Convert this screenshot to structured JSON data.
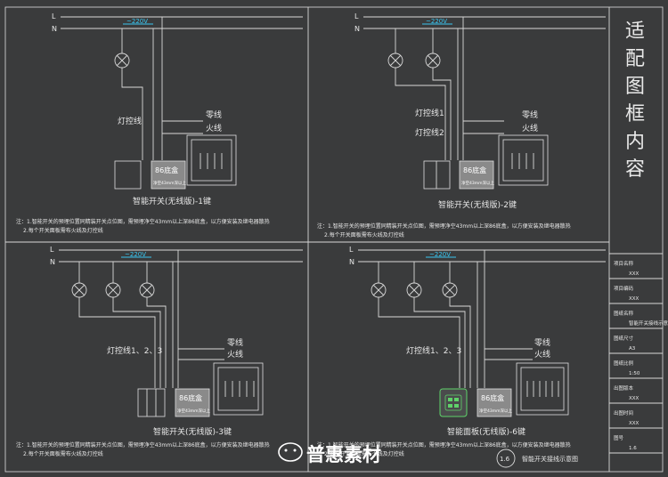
{
  "lines": {
    "L": "L",
    "N": "N",
    "voltage": "~220V"
  },
  "labels": {
    "neutral": "零线",
    "live": "火线",
    "box86": "86底盒",
    "box_note": "净空43mm深以上",
    "lamp_ctrl": "灯控线",
    "lamp_ctrl1": "灯控线1",
    "lamp_ctrl2": "灯控线2",
    "lamp_ctrl123": "灯控线1、2、3"
  },
  "panels": [
    {
      "title": "智能开关(无线版)-1键",
      "note1": "注：1.智能开关的预埋位置同精装开关点位图，需预埋净空43mm以上深86底盒，以方便安装及继电器散热",
      "note2": "2.每个开关面板需布火线及灯控线"
    },
    {
      "title": "智能开关(无线版)-2键",
      "note1": "注：1.智能开关的预埋位置同精装开关点位图，需预埋净空43mm以上深86底盒，以方便安装及继电器散热",
      "note2": "2.每个开关面板需布火线及灯控线"
    },
    {
      "title": "智能开关(无线版)-3键",
      "note1": "注：1.智能开关的预埋位置同精装开关点位图，需预埋净空43mm以上深86底盒，以方便安装及继电器散热",
      "note2": "2.每个开关面板需布火线及灯控线"
    },
    {
      "title": "智能面板(无线版)-6键",
      "note1": "注：1.智能开关的预埋位置同精装开关点位图，需预埋净空43mm以上深86底盒，以方便安装及继电器散热",
      "note2": "2.每个开关面板需布火线及灯控线"
    }
  ],
  "title_block": {
    "heading": "适配图框内容",
    "rows": [
      {
        "label": "项目名称",
        "value": "XXX"
      },
      {
        "label": "项目编码",
        "value": "XXX"
      },
      {
        "label": "图纸名称",
        "value": "智能开关接线示意图"
      },
      {
        "label": "图纸尺寸",
        "value": "A3"
      },
      {
        "label": "图纸比例",
        "value": "1:50"
      },
      {
        "label": "出图版本",
        "value": "XXX"
      },
      {
        "label": "出图时间",
        "value": "XXX"
      },
      {
        "label": "图号",
        "value": "1.6"
      }
    ]
  },
  "footer": {
    "sheet_no": "1.6",
    "sheet_title": "智能开关接线示意图",
    "watermark": "普惠素材"
  },
  "colors": {
    "background": "#3a3b3c",
    "accent": "#39c6f0",
    "line": "#d9d9d9"
  }
}
